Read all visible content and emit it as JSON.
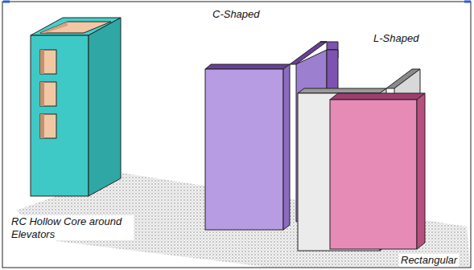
{
  "diagram": {
    "labels": [
      "C-Shaped",
      "L-Shaped",
      "RC Hollow Core around Elevators",
      "Rectangular"
    ]
  }
}
